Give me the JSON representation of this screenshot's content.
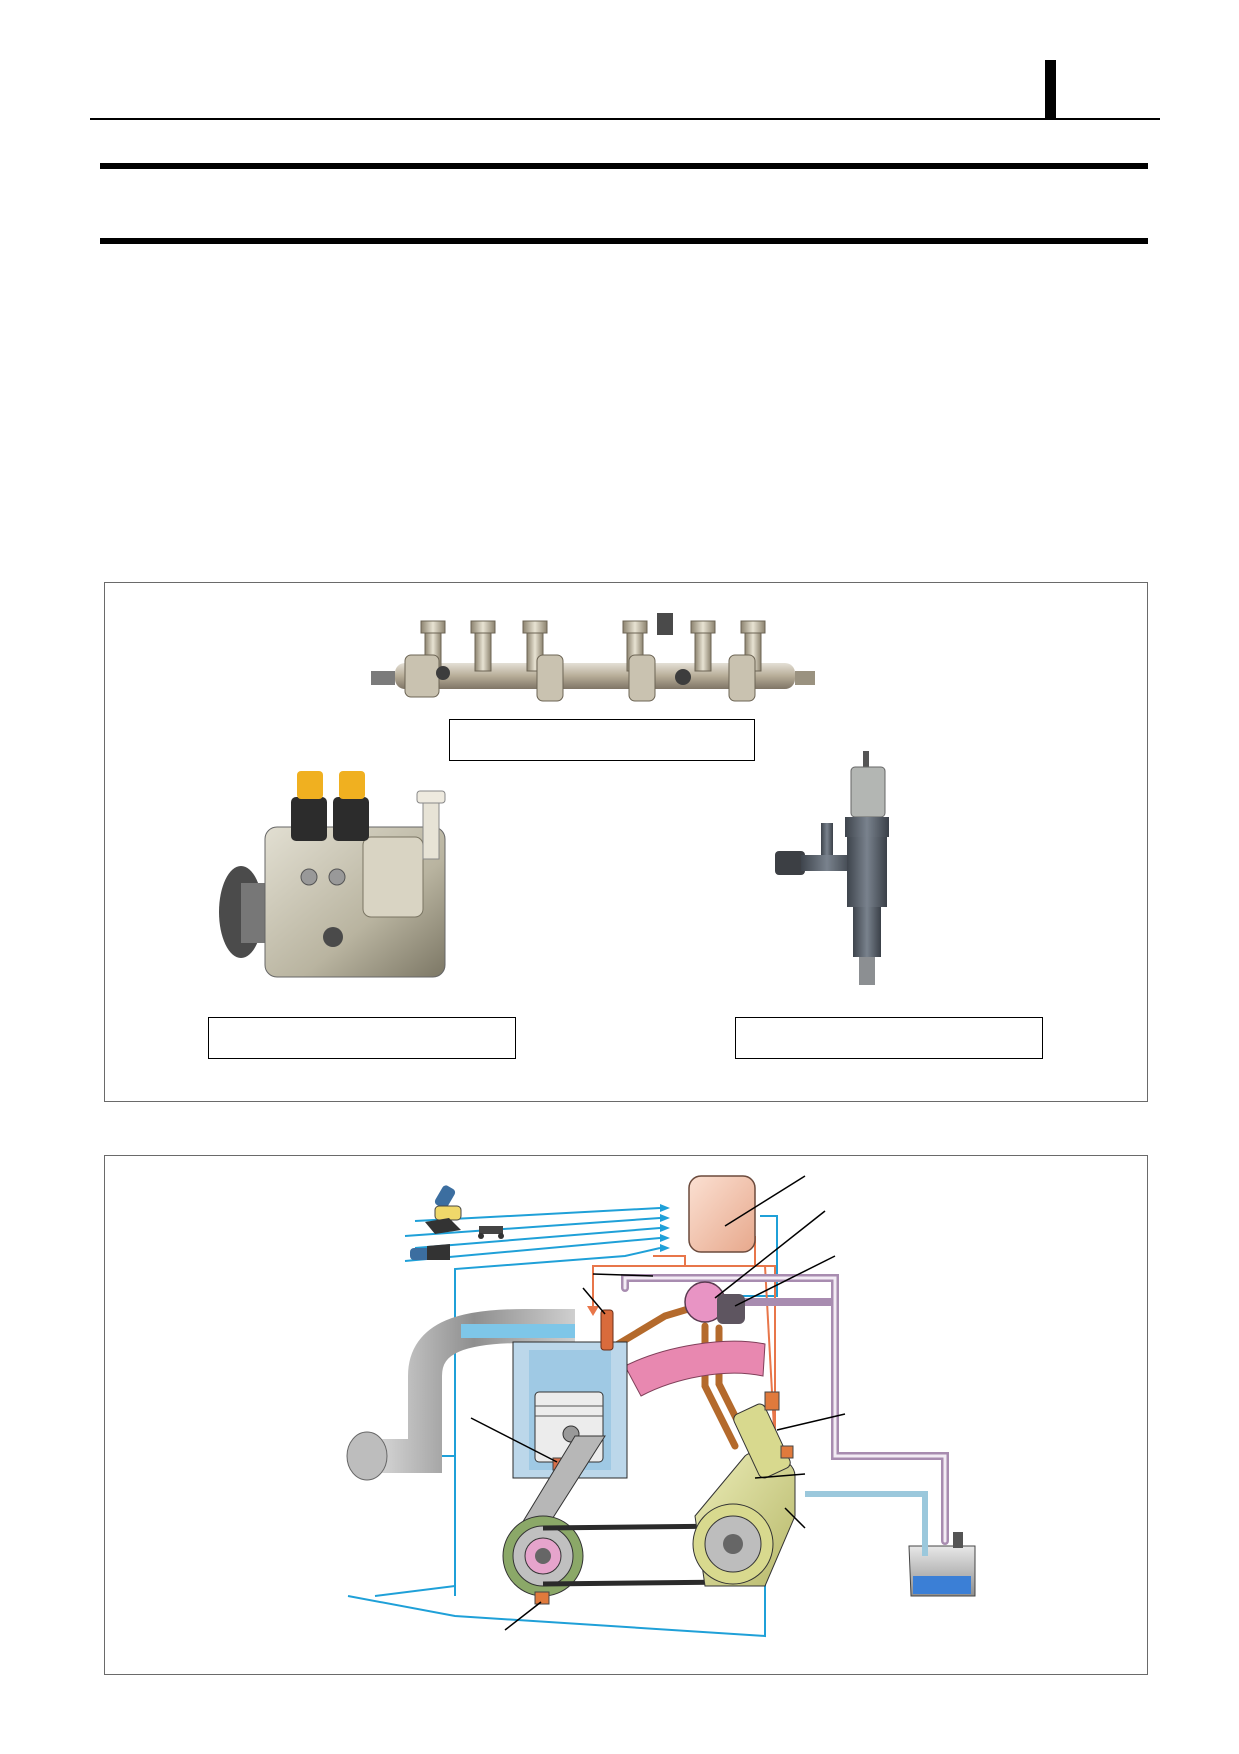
{
  "page": {
    "header_title": "",
    "section_title": ""
  },
  "figure1": {
    "rail_caption": "",
    "pump_caption": "",
    "injector_caption": "",
    "images": {
      "rail": "common-rail-photo",
      "pump": "supply-pump-photo",
      "injector": "injector-photo"
    }
  },
  "figure2": {
    "images": {
      "system": "common-rail-system-diagram"
    }
  },
  "colors": {
    "signal_line": "#1fa0d8",
    "low_pressure_line": "#e8764a",
    "high_pressure_line": "#b46a2c",
    "return_line": "#a88cb0",
    "ecu": "#f7c9b3",
    "pump_body": "#d8d98e"
  }
}
